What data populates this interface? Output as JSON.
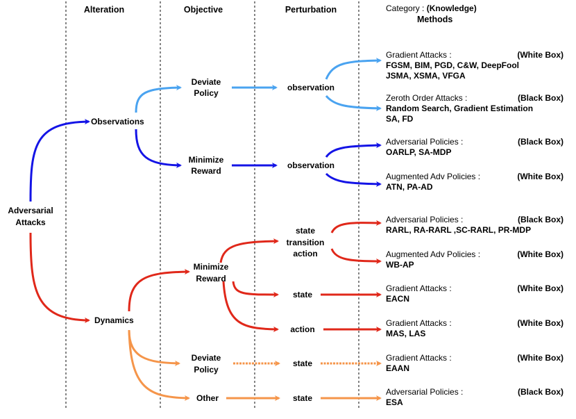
{
  "headers": {
    "alteration": "Alteration",
    "objective": "Objective",
    "perturbation": "Perturbation",
    "category_prefix": "Category : ",
    "category_bold": "(Knowledge)",
    "methods": "Methods"
  },
  "nodes": {
    "root_l1": "Adversarial",
    "root_l2": "Attacks",
    "observations": "Observations",
    "dynamics": "Dynamics",
    "obs_deviate_l1": "Deviate",
    "obs_deviate_l2": "Policy",
    "obs_minimize_l1": "Minimize",
    "obs_minimize_l2": "Reward",
    "dyn_minimize_l1": "Minimize",
    "dyn_minimize_l2": "Reward",
    "dyn_deviate_l1": "Deviate",
    "dyn_deviate_l2": "Policy",
    "dyn_other": "Other",
    "p_obs_1": "observation",
    "p_obs_2": "observation",
    "p_sta_l1": "state",
    "p_sta_l2": "transition",
    "p_sta_l3": "action",
    "p_state_1": "state",
    "p_action": "action",
    "p_state_2": "state",
    "p_state_3": "state"
  },
  "methods": [
    {
      "category": "Gradient Attacks :",
      "knowledge": "(White Box)",
      "lines": [
        "FGSM, BIM, PGD, C&W, DeepFool",
        "JSMA, XSMA, VFGA"
      ]
    },
    {
      "category": "Zeroth Order Attacks :",
      "knowledge": "(Black Box)",
      "lines": [
        "Random Search, Gradient Estimation",
        "SA, FD"
      ]
    },
    {
      "category": "Adversarial Policies :",
      "knowledge": "(Black Box)",
      "lines": [
        "OARLP, SA-MDP"
      ]
    },
    {
      "category": "Augmented Adv Policies :",
      "knowledge": "(White Box)",
      "lines": [
        "ATN, PA-AD"
      ]
    },
    {
      "category": "Adversarial Policies :",
      "knowledge": "(Black Box)",
      "lines": [
        "RARL, RA-RARL ,SC-RARL, PR-MDP"
      ]
    },
    {
      "category": "Augmented Adv Policies :",
      "knowledge": "(White Box)",
      "lines": [
        "WB-AP"
      ]
    },
    {
      "category": "Gradient Attacks :",
      "knowledge": "(White Box)",
      "lines": [
        "EACN"
      ]
    },
    {
      "category": "Gradient Attacks :",
      "knowledge": "(White Box)",
      "lines": [
        "MAS, LAS"
      ]
    },
    {
      "category": "Gradient Attacks :",
      "knowledge": "(White Box)",
      "lines": [
        "EAAN"
      ]
    },
    {
      "category": "Adversarial Policies :",
      "knowledge": "(Black Box)",
      "lines": [
        "ESA"
      ]
    }
  ],
  "colors": {
    "dark_blue": "#1414e6",
    "light_blue": "#4aa3f0",
    "red": "#e0281a",
    "orange": "#f5954a",
    "divider": "#333333"
  }
}
